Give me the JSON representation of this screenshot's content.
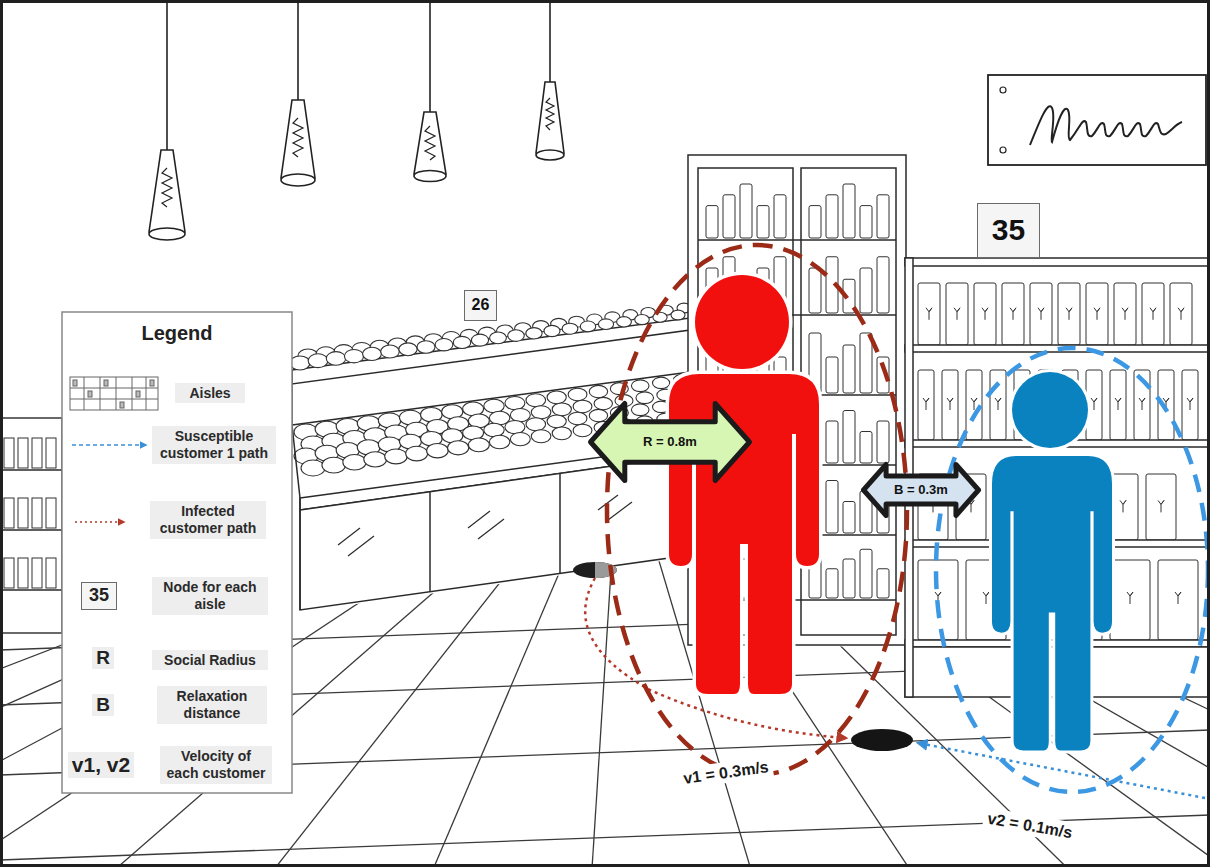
{
  "diagram": {
    "nodes": [
      {
        "text": [
          "35"
        ]
      },
      {
        "text": [
          "26"
        ]
      },
      {
        "text": [
          "R = 0.8m"
        ]
      },
      {
        "text": [
          "B = 0.3m"
        ]
      }
    ],
    "labels": [
      "Legend",
      "35",
      "R",
      "B",
      "v1, v2",
      "v1 = 0.3m/s",
      "v2 = 0.1m/s"
    ],
    "legend": [
      {
        "text": "Aisles"
      },
      {
        "text": "Susceptible customer 1 path"
      },
      {
        "text": "Infected customer path"
      },
      {
        "text": "Node for each aisle"
      },
      {
        "text": "Social Radius"
      },
      {
        "text": "Relaxation distance"
      },
      {
        "text": "Velocity of each customer"
      }
    ]
  }
}
